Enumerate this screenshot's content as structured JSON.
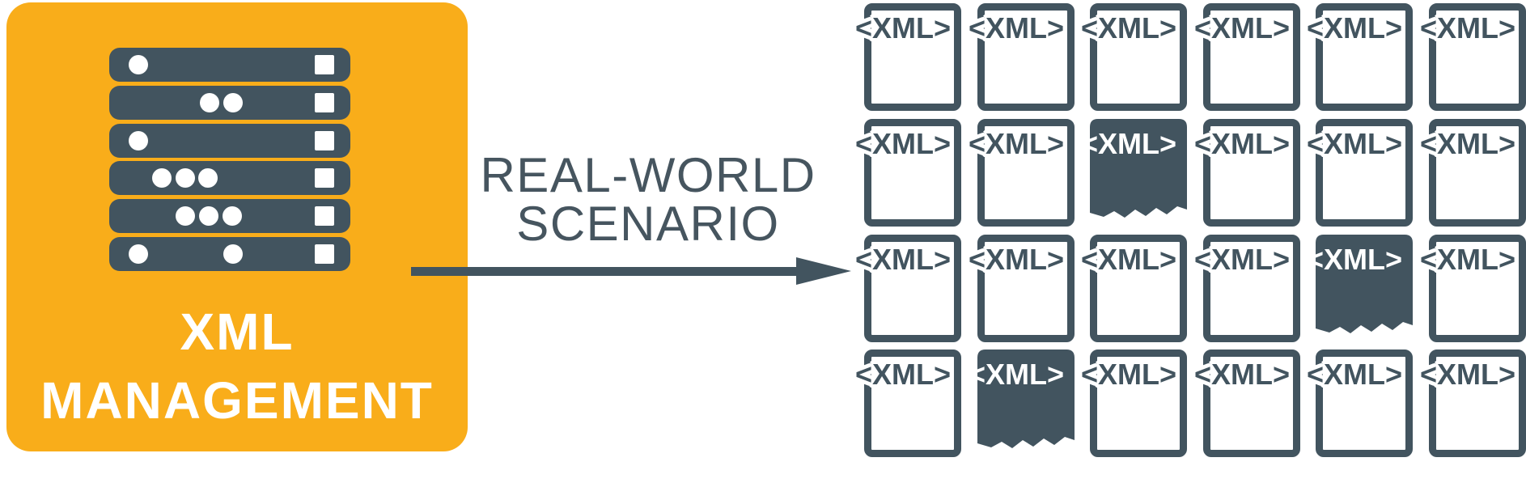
{
  "colors": {
    "accent_orange": "#F9AD1A",
    "slate": "#42545F",
    "white": "#FFFFFF"
  },
  "left_card": {
    "label_line1": "XML",
    "label_line2": "MANAGEMENT",
    "server_icon": {
      "rows": [
        {
          "dots": [
            36
          ]
        },
        {
          "dots": [
            124,
            153
          ]
        },
        {
          "dots": [
            36
          ]
        },
        {
          "dots": [
            65,
            94,
            122
          ]
        },
        {
          "dots": [
            94,
            123,
            152
          ]
        },
        {
          "dots": [
            36,
            153
          ]
        }
      ]
    }
  },
  "middle": {
    "caption_line1": "REAL-WORLD",
    "caption_line2": "SCENARIO"
  },
  "grid": {
    "rows": 4,
    "cols": 6,
    "doc_label": "<XML>",
    "torn_cells": [
      [
        1,
        2
      ],
      [
        2,
        4
      ],
      [
        3,
        1
      ]
    ]
  }
}
